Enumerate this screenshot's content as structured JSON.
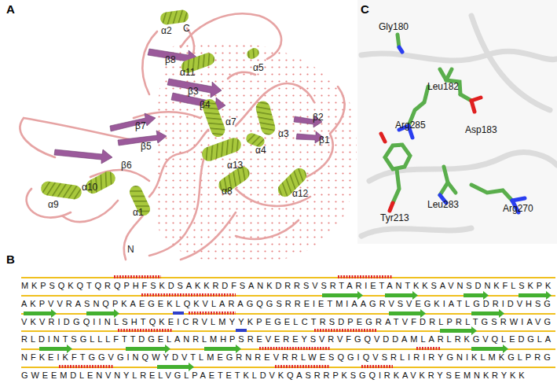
{
  "diagram": {
    "labels": [
      "A",
      "α2",
      "C",
      "α11",
      "α5",
      "β8",
      "β3",
      "β4",
      "β2",
      "β1",
      "β7",
      "β5",
      "β6",
      "α7",
      "α3",
      "α4",
      "α13",
      "α12",
      "α8",
      "α9",
      "α10",
      "α1",
      "N",
      "C",
      "Gly180",
      "Leu182",
      "Asp183",
      "Arg285",
      "Tyr213",
      "Leu283",
      "Arg270",
      "B",
      "MKPSQKQTQRQPHFSKDSAKKRDFSANKDRRSVSRTARIETANTKKSAVNSDNKFLSKPK",
      "AKPVVRASNQPKAEGEKLQKVLARAGQGSRREIETMIAAGRVSVEGKIATLGDRIDVHSG",
      "VKVRIDGQIINLSHTQKEICRVLMYYKPEGELCTRSDPEGRATVFDRLPRLTGSRWIAVG",
      "RLDINTSGLLLFTTDGELANRLMHPSREVEREYSVRVFGQVDDAMLARLRKGVQLEDGLA",
      "NFKEIKFTGGVGINQWYDVTLMEGRNREVRRLWESQGIQVSRLIRIRYGNIKLMKGLPRG",
      "GWEEMDLENVNYLRELVGLPAETETKLDVKQASRRPKSGQIRKAVKRYSEMNKRYKK"
    ]
  }
}
